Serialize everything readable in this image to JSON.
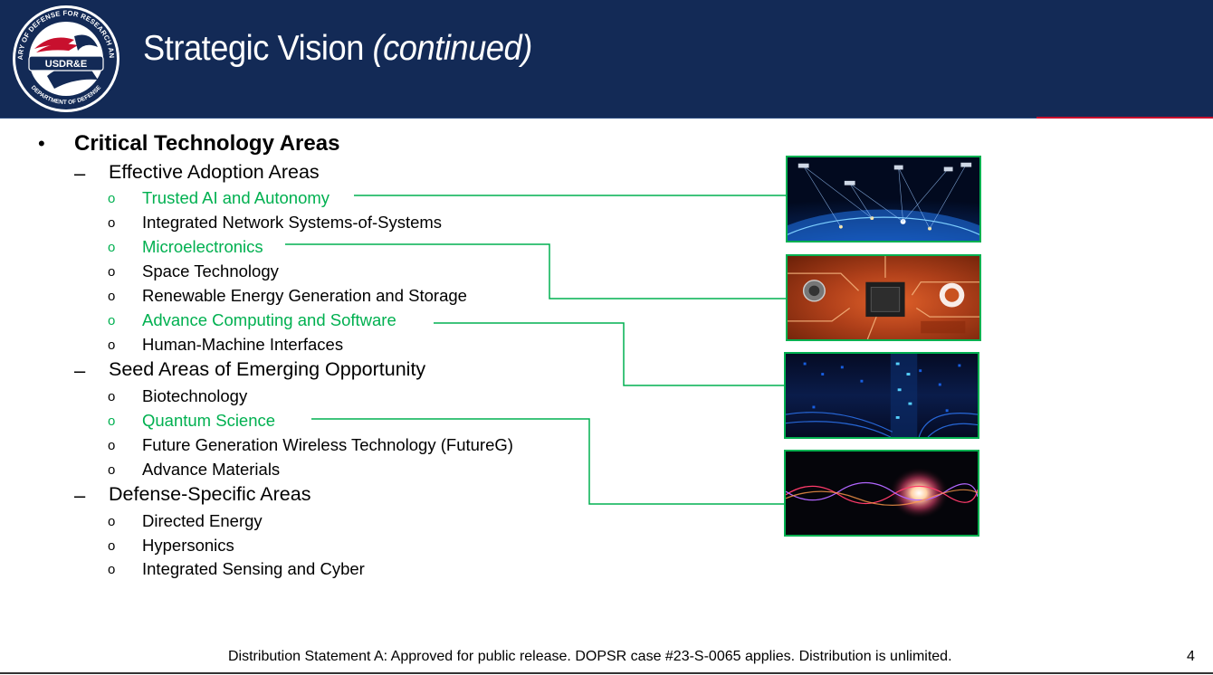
{
  "header": {
    "title_main": "Strategic Vision",
    "title_italic": "(continued)",
    "seal": {
      "top_text": "UNDER SECRETARY OF DEFENSE FOR RESEARCH AND ENGINEERING",
      "bottom_text": "DEPARTMENT OF DEFENSE",
      "badge": "USDR&E"
    }
  },
  "content": {
    "heading": "Critical Technology Areas",
    "bullet_mark": "•",
    "dash_mark": "–",
    "circle_mark": "o",
    "groups": [
      {
        "label": "Effective Adoption Areas",
        "items": [
          {
            "label": "Trusted AI and Autonomy",
            "highlight": true
          },
          {
            "label": "Integrated Network Systems-of-Systems",
            "highlight": false
          },
          {
            "label": "Microelectronics",
            "highlight": true
          },
          {
            "label": "Space Technology",
            "highlight": false
          },
          {
            "label": "Renewable Energy Generation and Storage",
            "highlight": false
          },
          {
            "label": "Advance Computing and Software",
            "highlight": true
          },
          {
            "label": "Human-Machine Interfaces",
            "highlight": false
          }
        ]
      },
      {
        "label": "Seed Areas of Emerging Opportunity",
        "items": [
          {
            "label": "Biotechnology",
            "highlight": false
          },
          {
            "label": "Quantum Science",
            "highlight": true
          },
          {
            "label": "Future Generation Wireless Technology (FutureG)",
            "highlight": false
          },
          {
            "label": "Advance Materials",
            "highlight": false
          }
        ]
      },
      {
        "label": "Defense-Specific Areas",
        "items": [
          {
            "label": "Directed Energy",
            "highlight": false
          },
          {
            "label": "Hypersonics",
            "highlight": false
          },
          {
            "label": "Integrated Sensing and Cyber",
            "highlight": false
          }
        ]
      }
    ]
  },
  "images": [
    {
      "name": "satellite-network-image",
      "depicts": "earth with satellites network"
    },
    {
      "name": "microchip-circuit-image",
      "depicts": "circuit board microchip"
    },
    {
      "name": "server-computing-image",
      "depicts": "data center servers"
    },
    {
      "name": "quantum-light-image",
      "depicts": "quantum light wave"
    }
  ],
  "colors": {
    "header_bg": "#132a56",
    "highlight_green": "#00b050",
    "accent_red": "#c8102e"
  },
  "footer": {
    "statement": "Distribution Statement A: Approved for public release. DOPSR case #23-S-0065 applies. Distribution is unlimited.",
    "page_number": "4"
  }
}
